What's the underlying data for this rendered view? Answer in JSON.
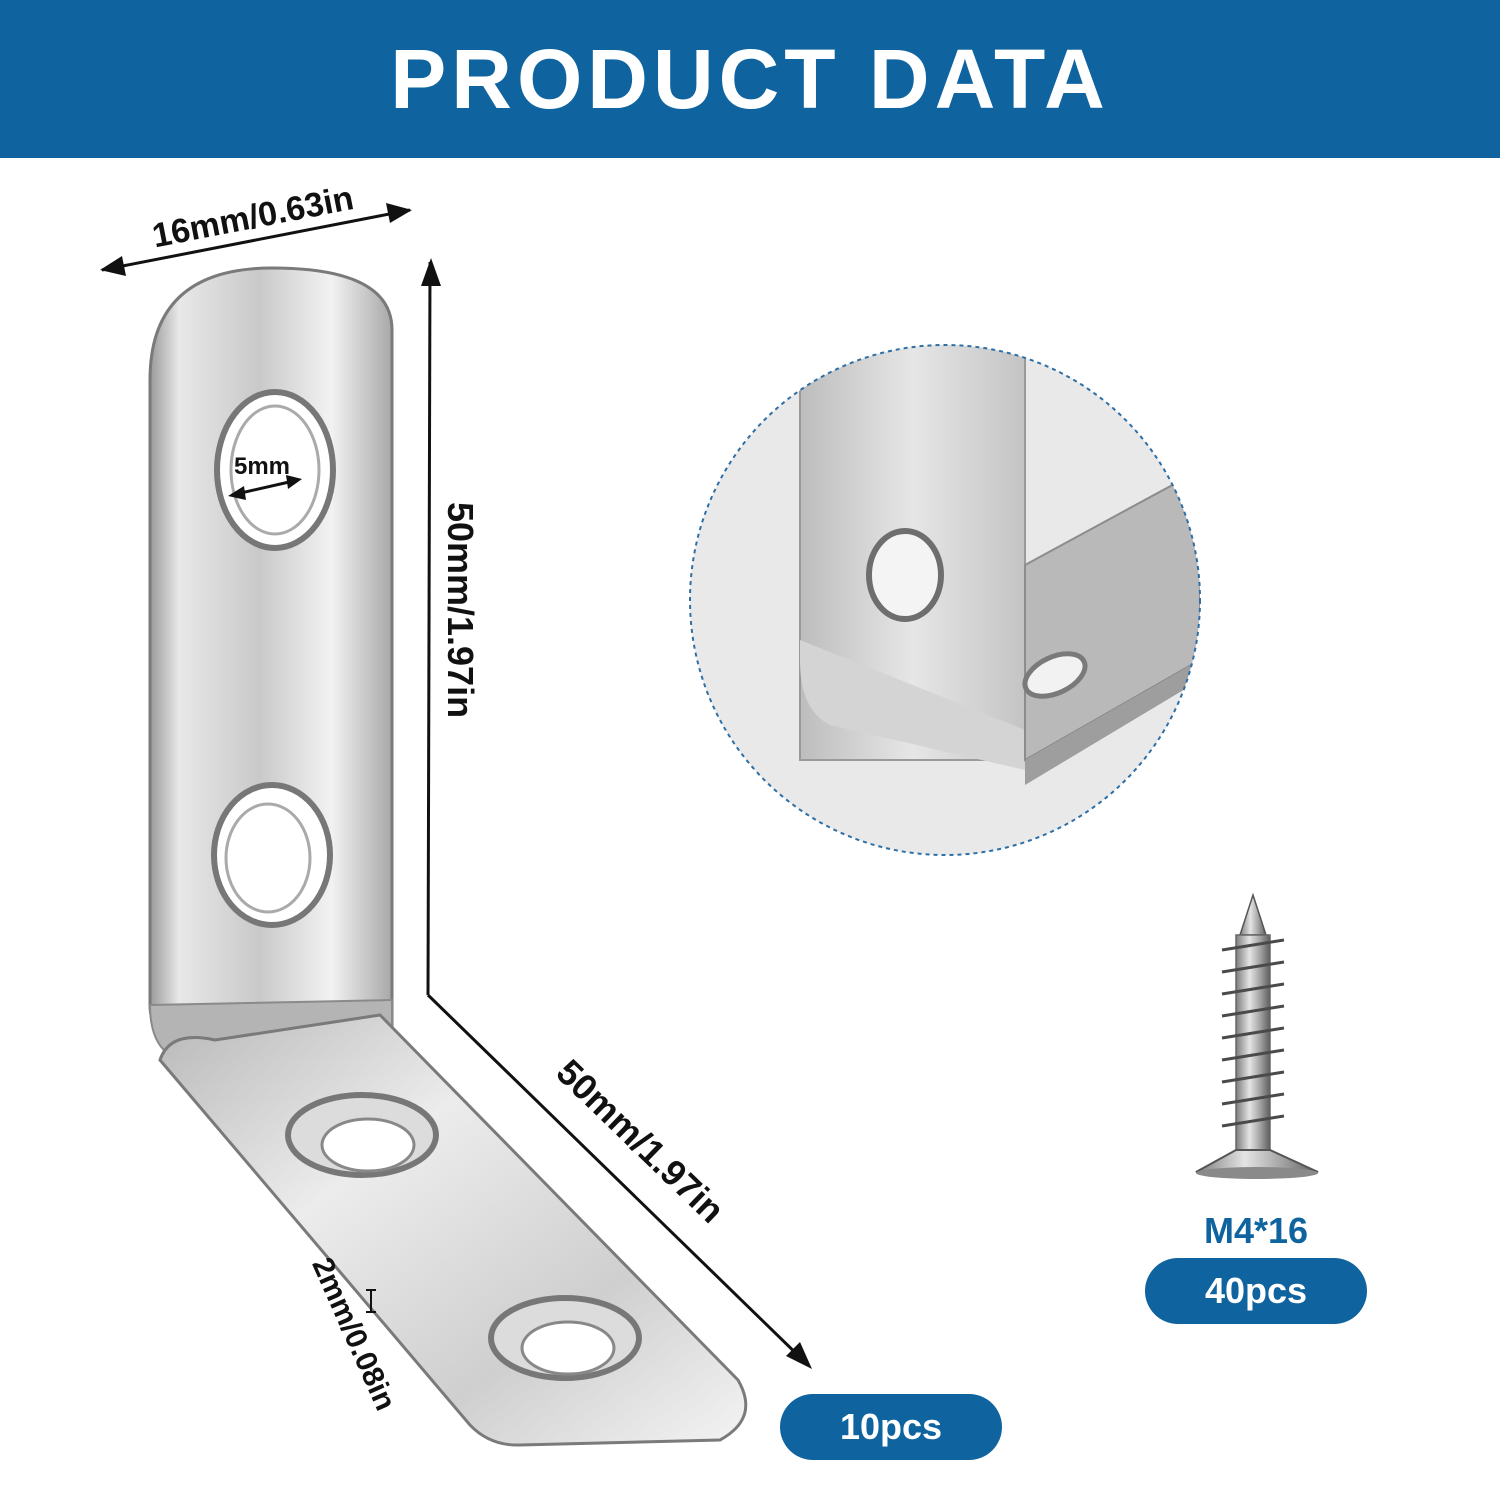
{
  "header": {
    "title": "PRODUCT DATA"
  },
  "dimensions": {
    "width": "16mm/0.63in",
    "hole": "5mm",
    "height_vertical": "50mm/1.97in",
    "length_horizontal": "50mm/1.97in",
    "thickness": "2mm/0.08in"
  },
  "bracket": {
    "quantity": "10pcs"
  },
  "screw": {
    "size": "M4*16",
    "quantity": "40pcs"
  },
  "colors": {
    "brand_blue": "#0f64a0",
    "text_dark": "#111111"
  }
}
